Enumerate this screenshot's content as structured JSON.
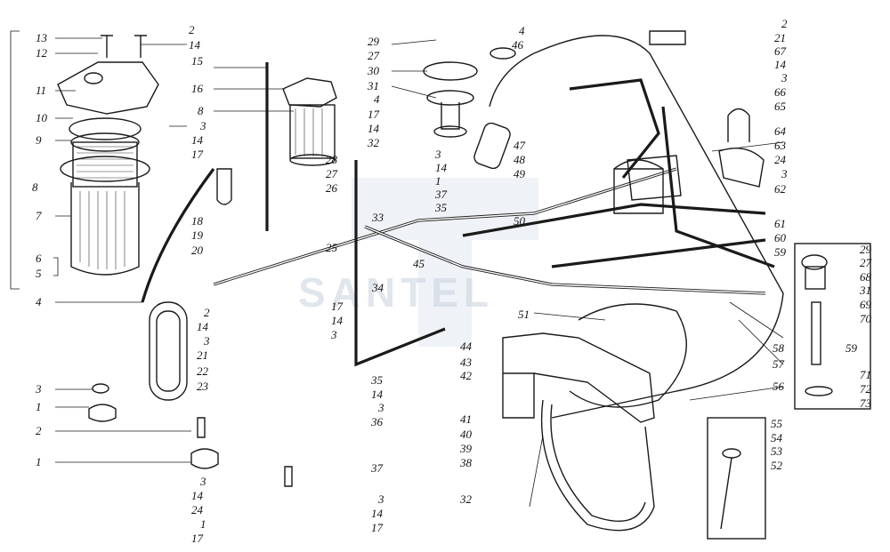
{
  "watermark": "SANTEL",
  "labels_left": [
    "13",
    "12",
    "11",
    "10",
    "9",
    "8",
    "7",
    "6",
    "5",
    "4",
    "3",
    "1",
    "2",
    "1"
  ],
  "labels_left_bottom": [
    "3",
    "14",
    "24",
    "1",
    "17"
  ],
  "labels_topleft_pair": [
    "2",
    "14"
  ],
  "labels_center_a": [
    "15",
    "16",
    "8",
    "3",
    "14",
    "17",
    "18",
    "19",
    "20",
    "28",
    "27",
    "26",
    "25",
    "21",
    "22",
    "23",
    "2",
    "14",
    "3"
  ],
  "labels_center_b": [
    "29",
    "27",
    "30",
    "31",
    "4",
    "17",
    "14",
    "32",
    "3",
    "14",
    "1",
    "37",
    "35",
    "33",
    "34",
    "45",
    "17",
    "14",
    "3",
    "4",
    "46",
    "47",
    "48",
    "49",
    "50",
    "51",
    "44",
    "43",
    "42",
    "35",
    "14",
    "3",
    "36",
    "37",
    "41",
    "40",
    "39",
    "38",
    "32",
    "3",
    "14",
    "17"
  ],
  "labels_right": [
    "2",
    "21",
    "67",
    "14",
    "3",
    "66",
    "65",
    "64",
    "63",
    "24",
    "3",
    "62",
    "61",
    "60",
    "59",
    "58",
    "57",
    "56",
    "55",
    "54",
    "53",
    "52"
  ],
  "labels_inset": [
    "29",
    "27",
    "68",
    "31",
    "69",
    "70",
    "59",
    "71",
    "72",
    "73"
  ]
}
